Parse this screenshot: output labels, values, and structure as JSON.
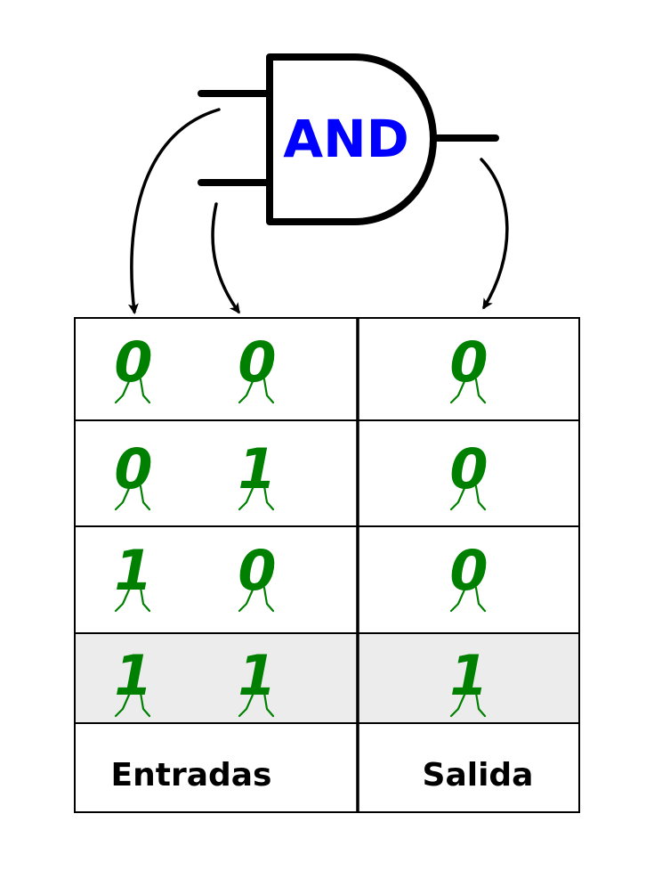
{
  "gate": {
    "label": "AND",
    "label_color": "#0000ff",
    "stroke_color": "#000000"
  },
  "table": {
    "rows": [
      {
        "inputs": [
          "0",
          "0"
        ],
        "output": "0"
      },
      {
        "inputs": [
          "0",
          "1"
        ],
        "output": "0"
      },
      {
        "inputs": [
          "1",
          "0"
        ],
        "output": "0"
      },
      {
        "inputs": [
          "1",
          "1"
        ],
        "output": "1"
      }
    ],
    "highlight_row_color": "#ececec",
    "digit_color": "#008000",
    "footer": {
      "inputs_label": "Entradas",
      "output_label": "Salida"
    }
  }
}
